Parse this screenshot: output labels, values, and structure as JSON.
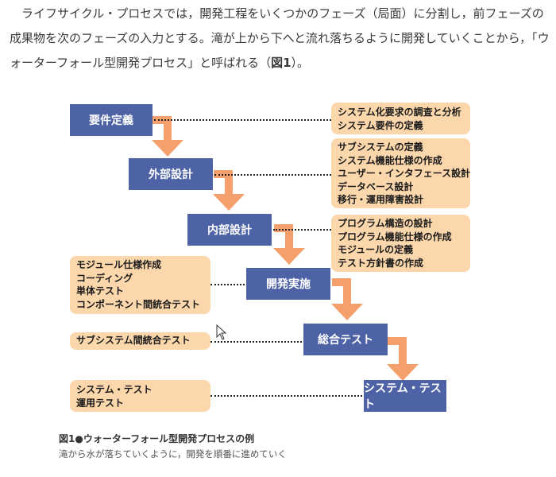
{
  "intro": {
    "text_before_fig": "ライフサイクル・プロセスでは，開発工程をいくつかのフェーズ（局面）に分割し，前フェーズの成果物を次のフェーズの入力とする。滝が上から下へと流れ落ちるように開発していくことから，「ウォーターフォール型開発プロセス」と呼ばれる（",
    "fig_ref": "図1",
    "text_after_fig": "）。"
  },
  "phases": [
    {
      "label": "要件定義"
    },
    {
      "label": "外部設計"
    },
    {
      "label": "内部設計"
    },
    {
      "label": "開発実施"
    },
    {
      "label": "総合テスト"
    },
    {
      "label": "システム・テスト"
    }
  ],
  "notes": [
    {
      "lines": [
        "システム化要求の調査と分析",
        "システム要件の定義"
      ]
    },
    {
      "lines": [
        "サブシステムの定義",
        "システム機能仕様の作成",
        "ユーザー・インタフェース設計",
        "データベース設計",
        "移行・運用障害設計"
      ]
    },
    {
      "lines": [
        "プログラム構造の設計",
        "プログラム機能仕様の作成",
        "モジュールの定義",
        "テスト方針書の作成"
      ]
    },
    {
      "lines": [
        "モジュール仕様作成",
        "コーディング",
        "単体テスト",
        "コンポーネント間統合テスト"
      ]
    },
    {
      "lines": [
        "サブシステム間統合テスト"
      ]
    },
    {
      "lines": [
        "システム・テスト",
        "運用テスト"
      ]
    }
  ],
  "caption": {
    "title": "図1●ウォーターフォール型開発プロセスの例",
    "subtitle": "滝から水が落ちていくように，開発を順番に進めていく"
  },
  "colors": {
    "phase_fill": "#4d63a5",
    "arrow_fill": "#f4a06c",
    "note_fill": "#fcd7ac"
  }
}
